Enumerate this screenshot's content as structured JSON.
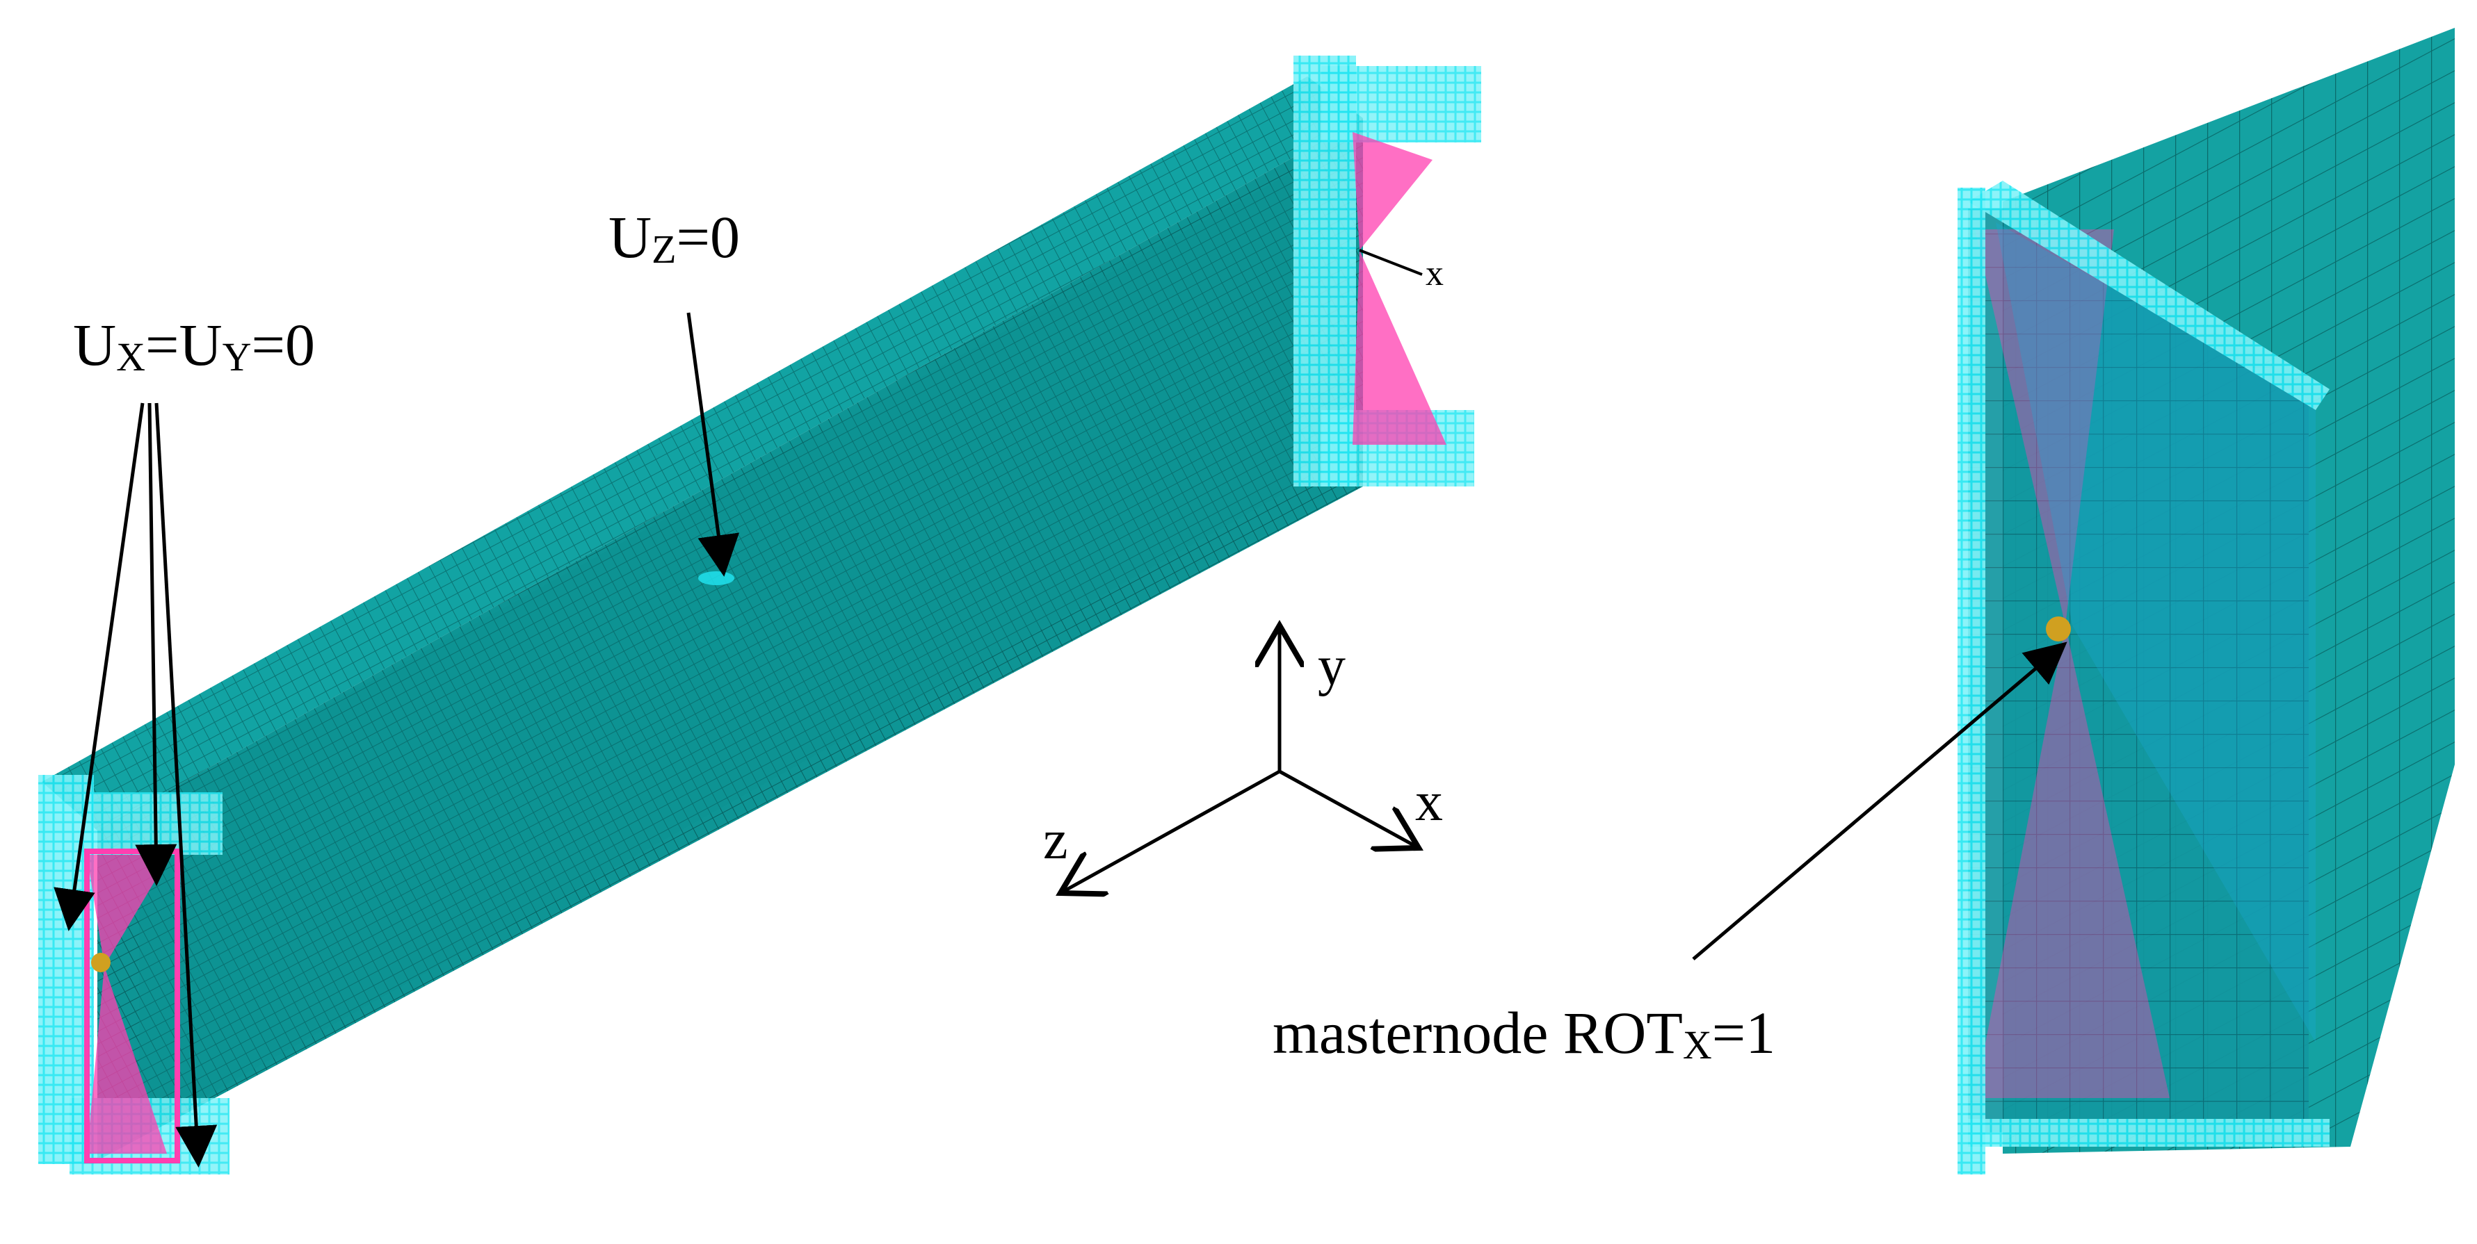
{
  "labels": {
    "uz": {
      "main": "U",
      "sub": "Z",
      "tail": "=0"
    },
    "uxuy": {
      "u1": "U",
      "s1": "X",
      "mid": "=U",
      "s2": "Y",
      "tail": "=0"
    },
    "master": {
      "pre": "masternode ROT",
      "sub": "X",
      "tail": "=1"
    }
  },
  "axes": {
    "y": "y",
    "x": "x",
    "z": "z"
  },
  "model_axis_label": "x",
  "colors": {
    "mesh_fill": "#0f9c9c",
    "mesh_light": "#149f9f",
    "mesh_line": "#0a6e6e",
    "constraint_cyan": "#22e6f2",
    "constraint_magenta": "#ff3fb0",
    "arrow": "#000000"
  }
}
